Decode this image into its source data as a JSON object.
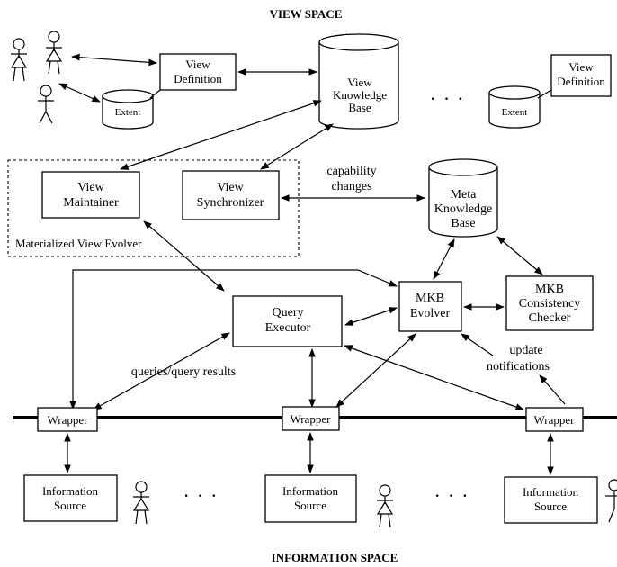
{
  "titles": {
    "top": "VIEW SPACE",
    "bottom": "INFORMATION    SPACE"
  },
  "view_space": {
    "view_definition_1": [
      "View",
      "Definition"
    ],
    "view_definition_2": [
      "View",
      "Definition"
    ],
    "extent_1": "Extent",
    "extent_2": "Extent",
    "view_kb": [
      "View",
      "Knowledge",
      "Base"
    ],
    "ellipsis": "· · ·"
  },
  "evolver": {
    "label": "Materialized View Evolver",
    "view_maintainer": [
      "View",
      "Maintainer"
    ],
    "view_synchronizer": [
      "View",
      "Synchronizer"
    ]
  },
  "middle": {
    "capability_changes": [
      "capability",
      "changes"
    ],
    "meta_kb": [
      "Meta",
      "Knowledge",
      "Base"
    ],
    "mkb_evolver": [
      "MKB",
      "Evolver"
    ],
    "mkb_checker": [
      "MKB",
      "Consistency",
      "Checker"
    ],
    "query_executor": [
      "Query",
      "Executor"
    ],
    "queries_label": "queries/query results",
    "update_notifications": [
      "update",
      "notifications"
    ]
  },
  "info_space": {
    "wrapper_label": "Wrapper",
    "info_source": [
      "Information",
      "Source"
    ],
    "ellipsis": "· · ·"
  }
}
